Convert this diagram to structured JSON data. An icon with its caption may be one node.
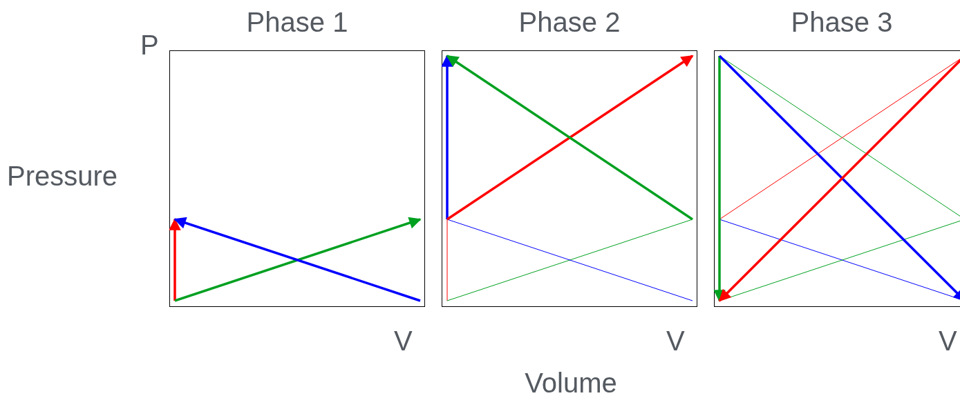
{
  "diagram": {
    "nodes": [
      {
        "text": [
          "Phase 1"
        ],
        "beside": [
          "V"
        ]
      },
      {
        "text": [
          "Phase 2"
        ],
        "beside": [
          "V"
        ]
      },
      {
        "text": [
          "Phase 3"
        ],
        "beside": [
          "V"
        ]
      }
    ],
    "labels": [
      "P",
      "Pressure",
      "Volume"
    ]
  }
}
